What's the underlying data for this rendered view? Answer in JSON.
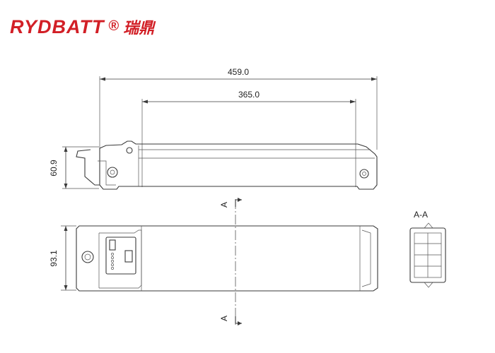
{
  "brand": {
    "name": "RYDBATT",
    "registered": "®",
    "chinese": "瑞鼎",
    "color": "#d21f26"
  },
  "dimensions": {
    "overall_length": "459.0",
    "cell_length": "365.0",
    "height": "60.9",
    "width": "93.1"
  },
  "section": {
    "title": "A-A",
    "marker": "A"
  }
}
